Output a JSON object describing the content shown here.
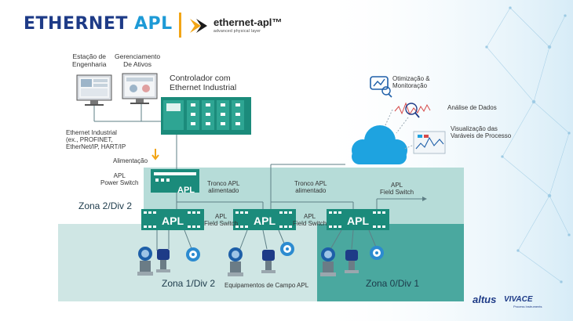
{
  "header": {
    "title_main": "ETHERNET ",
    "title_accent": "APL",
    "logo_name": "ethernet-apl™",
    "logo_tagline": "advanced physical layer"
  },
  "labels": {
    "estacao": [
      "Estação de",
      "Engenharia"
    ],
    "gerenciamento": [
      "Gerenciamento",
      "De Ativos"
    ],
    "controlador": [
      "Controlador com",
      "Ethernet Industrial"
    ],
    "ethernet_industrial": [
      "Ethernet Industrial",
      "(ex., PROFINET,",
      "EtherNet/IP, HART/IP"
    ],
    "alimentacao": "Alimentação",
    "apl_power_switch": [
      "APL",
      "Power Switch"
    ],
    "tronco_1": [
      "Tronco APL",
      "alimentado"
    ],
    "tronco_2": [
      "Tronco APL",
      "alimentado"
    ],
    "apl_field_switch_1": [
      "APL",
      "Field Switch"
    ],
    "apl_field_switch_2": [
      "APL",
      "Field Switch"
    ],
    "apl_field_switch_3": [
      "APL",
      "Field Switch"
    ],
    "zona_2": "Zona 2/Div 2",
    "zona_1": "Zona 1/Div 2",
    "zona_0": "Zona 0/Div 1",
    "equipamentos": "Equipamentos de Campo APL",
    "otimizacao": [
      "Otimização &",
      "Monitoração"
    ],
    "analise": "Análise de Dados",
    "visualizacao": [
      "Visualização das",
      "Varáveis de Processo"
    ],
    "switch_apl": "APL"
  },
  "brands": {
    "altus": "altus",
    "vivace": "VIVACE",
    "vivace_sub": "Process Instruments"
  },
  "colors": {
    "switch_green": "#1b8b7b",
    "zone2": "#b6dcd8",
    "zone1": "#cfe6e4",
    "zone0": "#4aa89f",
    "title_dark": "#1e3b87",
    "title_accent": "#1d9ad6",
    "cloud": "#1ea3e0"
  }
}
